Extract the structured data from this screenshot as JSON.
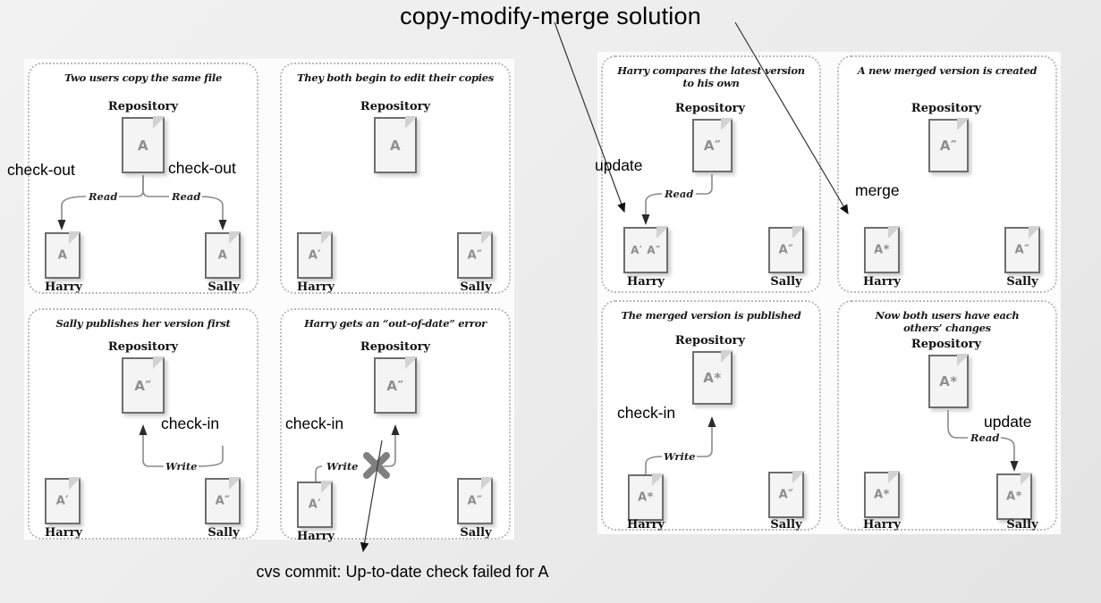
{
  "title": "copy-modify-merge solution",
  "caption": "cvs commit: Up-to-date check failed for A",
  "labels": {
    "repository": "Repository",
    "harry": "Harry",
    "sally": "Sally",
    "read": "Read",
    "write": "Write",
    "check_out": "check-out",
    "check_in": "check-in",
    "update": "update",
    "merge": "merge"
  },
  "colors": {
    "background_top": "#f2f2f2",
    "background_bottom": "#e4e4e4",
    "panel_background": "#ffffff",
    "panel_border": "#b9b9b9",
    "doc_fill": "#f4f4f4",
    "doc_stroke": "#6e6e6e",
    "doc_text": "#8e8e8e",
    "annotation_text": "#000000"
  },
  "panels": [
    {
      "id": "p1",
      "title": "Two users copy the same file",
      "repo_label": "A",
      "repo_caption": "Repository",
      "harry_label": "A",
      "harry_caption": "Harry",
      "sally_label": "A",
      "sally_caption": "Sally",
      "connector_left": "Read",
      "connector_right": "Read",
      "anno_left": "check-out",
      "anno_right": "check-out"
    },
    {
      "id": "p2",
      "title": "They both begin to edit their copies",
      "repo_label": "A",
      "repo_caption": "Repository",
      "harry_label": "A′",
      "harry_caption": "Harry",
      "sally_label": "A″",
      "sally_caption": "Sally"
    },
    {
      "id": "p3",
      "title": "Sally publishes her version first",
      "repo_label": "A″",
      "repo_caption": "Repository",
      "harry_label": "A′",
      "harry_caption": "Harry",
      "sally_label": "A″",
      "sally_caption": "Sally",
      "connector": "Write",
      "anno": "check-in"
    },
    {
      "id": "p4",
      "title": "Harry gets an “out-of-date” error",
      "repo_label": "A″",
      "repo_caption": "Repository",
      "harry_label": "A′",
      "harry_caption": "Harry",
      "sally_label": "A″",
      "sally_caption": "Sally",
      "connector": "Write",
      "anno": "check-in",
      "blocked": true
    },
    {
      "id": "p5",
      "title_line1": "Harry compares the latest version",
      "title_line2": "to his own",
      "repo_label": "A″",
      "repo_caption": "Repository",
      "harry_label": "A′ A″",
      "harry_caption": "Harry",
      "sally_label": "A″",
      "sally_caption": "Sally",
      "connector": "Read",
      "anno": "update"
    },
    {
      "id": "p6",
      "title": "A new merged version is created",
      "repo_label": "A″",
      "repo_caption": "Repository",
      "harry_label": "A*",
      "harry_caption": "Harry",
      "sally_label": "A″",
      "sally_caption": "Sally",
      "anno": "merge"
    },
    {
      "id": "p7",
      "title": "The merged version is published",
      "repo_label": "A*",
      "repo_caption": "Repository",
      "harry_label": "A*",
      "harry_caption": "Harry",
      "sally_label": "A″",
      "sally_caption": "Sally",
      "connector": "Write",
      "anno": "check-in"
    },
    {
      "id": "p8",
      "title_line1": "Now both users have each",
      "title_line2": "others’ changes",
      "repo_label": "A*",
      "repo_caption": "Repository",
      "harry_label": "A*",
      "harry_caption": "Harry",
      "sally_label": "A*",
      "sally_caption": "Sally",
      "connector": "Read",
      "anno": "update"
    }
  ]
}
